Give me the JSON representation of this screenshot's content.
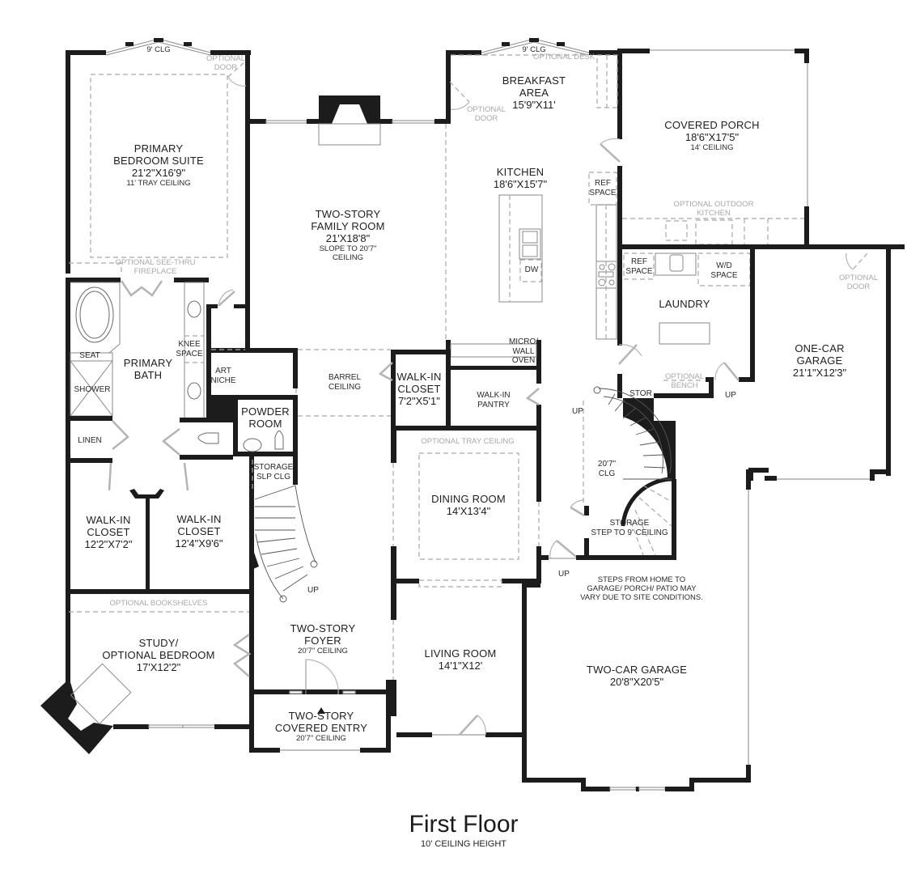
{
  "plan": {
    "title": "First Floor",
    "subtitle": "10' CEILING HEIGHT"
  },
  "rooms": {
    "primary_bedroom": {
      "name1": "PRIMARY",
      "name2": "BEDROOM SUITE",
      "dims": "21'2\"X16'9\"",
      "note": "11' TRAY CEILING"
    },
    "family_room": {
      "name1": "TWO-STORY",
      "name2": "FAMILY ROOM",
      "dims": "21'X18'8\"",
      "note1": "SLOPE TO 20'7\"",
      "note2": "CEILING"
    },
    "breakfast": {
      "name1": "BREAKFAST",
      "name2": "AREA",
      "dims": "15'9\"X11'"
    },
    "kitchen": {
      "name": "KITCHEN",
      "dims": "18'6\"X15'7\""
    },
    "covered_porch": {
      "name": "COVERED PORCH",
      "dims": "18'6\"X17'5\"",
      "note": "14' CEILING"
    },
    "laundry": {
      "name": "LAUNDRY"
    },
    "one_car_garage": {
      "name1": "ONE-CAR",
      "name2": "GARAGE",
      "dims": "21'1\"X12'3\""
    },
    "primary_bath": {
      "name1": "PRIMARY",
      "name2": "BATH"
    },
    "powder_room": {
      "name1": "POWDER",
      "name2": "ROOM"
    },
    "walkin_closet_center": {
      "name1": "WALK-IN",
      "name2": "CLOSET",
      "dims": "7'2\"X5'1\""
    },
    "walkin_pantry": {
      "name1": "WALK-IN",
      "name2": "PANTRY"
    },
    "dining_room": {
      "name": "DINING ROOM",
      "dims": "14'X13'4\""
    },
    "walkin_closet_1": {
      "name1": "WALK-IN",
      "name2": "CLOSET",
      "dims": "12'2\"X7'2\""
    },
    "walkin_closet_2": {
      "name1": "WALK-IN",
      "name2": "CLOSET",
      "dims": "12'4\"X9'6\""
    },
    "study": {
      "name1": "STUDY/",
      "name2": "OPTIONAL BEDROOM",
      "dims": "17'X12'2\""
    },
    "foyer": {
      "name1": "TWO-STORY",
      "name2": "FOYER",
      "note": "20'7\" CEILING"
    },
    "covered_entry": {
      "name1": "TWO-STORY",
      "name2": "COVERED ENTRY",
      "note": "20'7\" CEILING"
    },
    "living_room": {
      "name": "LIVING ROOM",
      "dims": "14'1\"X12'"
    },
    "two_car_garage": {
      "name": "TWO-CAR GARAGE",
      "dims": "20'8\"X20'5\""
    },
    "storage_stair": {
      "name": "STORAGE",
      "note": "STEP TO 9' CEILING"
    }
  },
  "labels": {
    "clg_9_left": "9' CLG",
    "clg_9_right": "9' CLG",
    "optional_door_bedroom": [
      "OPTIONAL",
      "DOOR"
    ],
    "optional_see_thru_fireplace": [
      "OPTIONAL SEE-THRU",
      "FIREPLACE"
    ],
    "optional_door_breakfast": [
      "OPTIONAL",
      "DOOR"
    ],
    "optional_desk": "OPTIONAL DESK",
    "ref_space_kitchen": [
      "REF",
      "SPACE"
    ],
    "dw": "DW",
    "micro_wall_oven": [
      "MICRO/",
      "WALL",
      "OVEN"
    ],
    "optional_outdoor_kitchen": [
      "OPTIONAL OUTDOOR",
      "KITCHEN"
    ],
    "ref_space_laundry": [
      "REF",
      "SPACE"
    ],
    "wd_space": [
      "W/D",
      "SPACE"
    ],
    "optional_door_garage": [
      "OPTIONAL",
      "DOOR"
    ],
    "optional_bench": [
      "OPTIONAL",
      "BENCH"
    ],
    "stor": "STOR",
    "up_laundry": "UP",
    "up_stair_main": "UP",
    "clg_20_7": [
      "20'7\"",
      "CLG"
    ],
    "up_garage": "UP",
    "steps_note": [
      "STEPS FROM HOME TO",
      "GARAGE/ PORCH/ PATIO MAY",
      "VARY DUE TO SITE CONDITIONS."
    ],
    "knee_space": [
      "KNEE",
      "SPACE"
    ],
    "seat": "SEAT",
    "shower": "SHOWER",
    "linen": "LINEN",
    "art_niche": [
      "ART",
      "NICHE"
    ],
    "barrel_ceiling": [
      "BARREL",
      "CEILING"
    ],
    "optional_tray_ceiling": "OPTIONAL  TRAY CEILING",
    "storage_slp_clg": [
      "STORAGE",
      "SLP CLG"
    ],
    "up_foyer": "UP",
    "optional_bookshelves": "OPTIONAL BOOKSHELVES"
  },
  "colors": {
    "wall": "#1c1c1c",
    "optional_text": "#a8a8a8",
    "background": "#ffffff"
  }
}
